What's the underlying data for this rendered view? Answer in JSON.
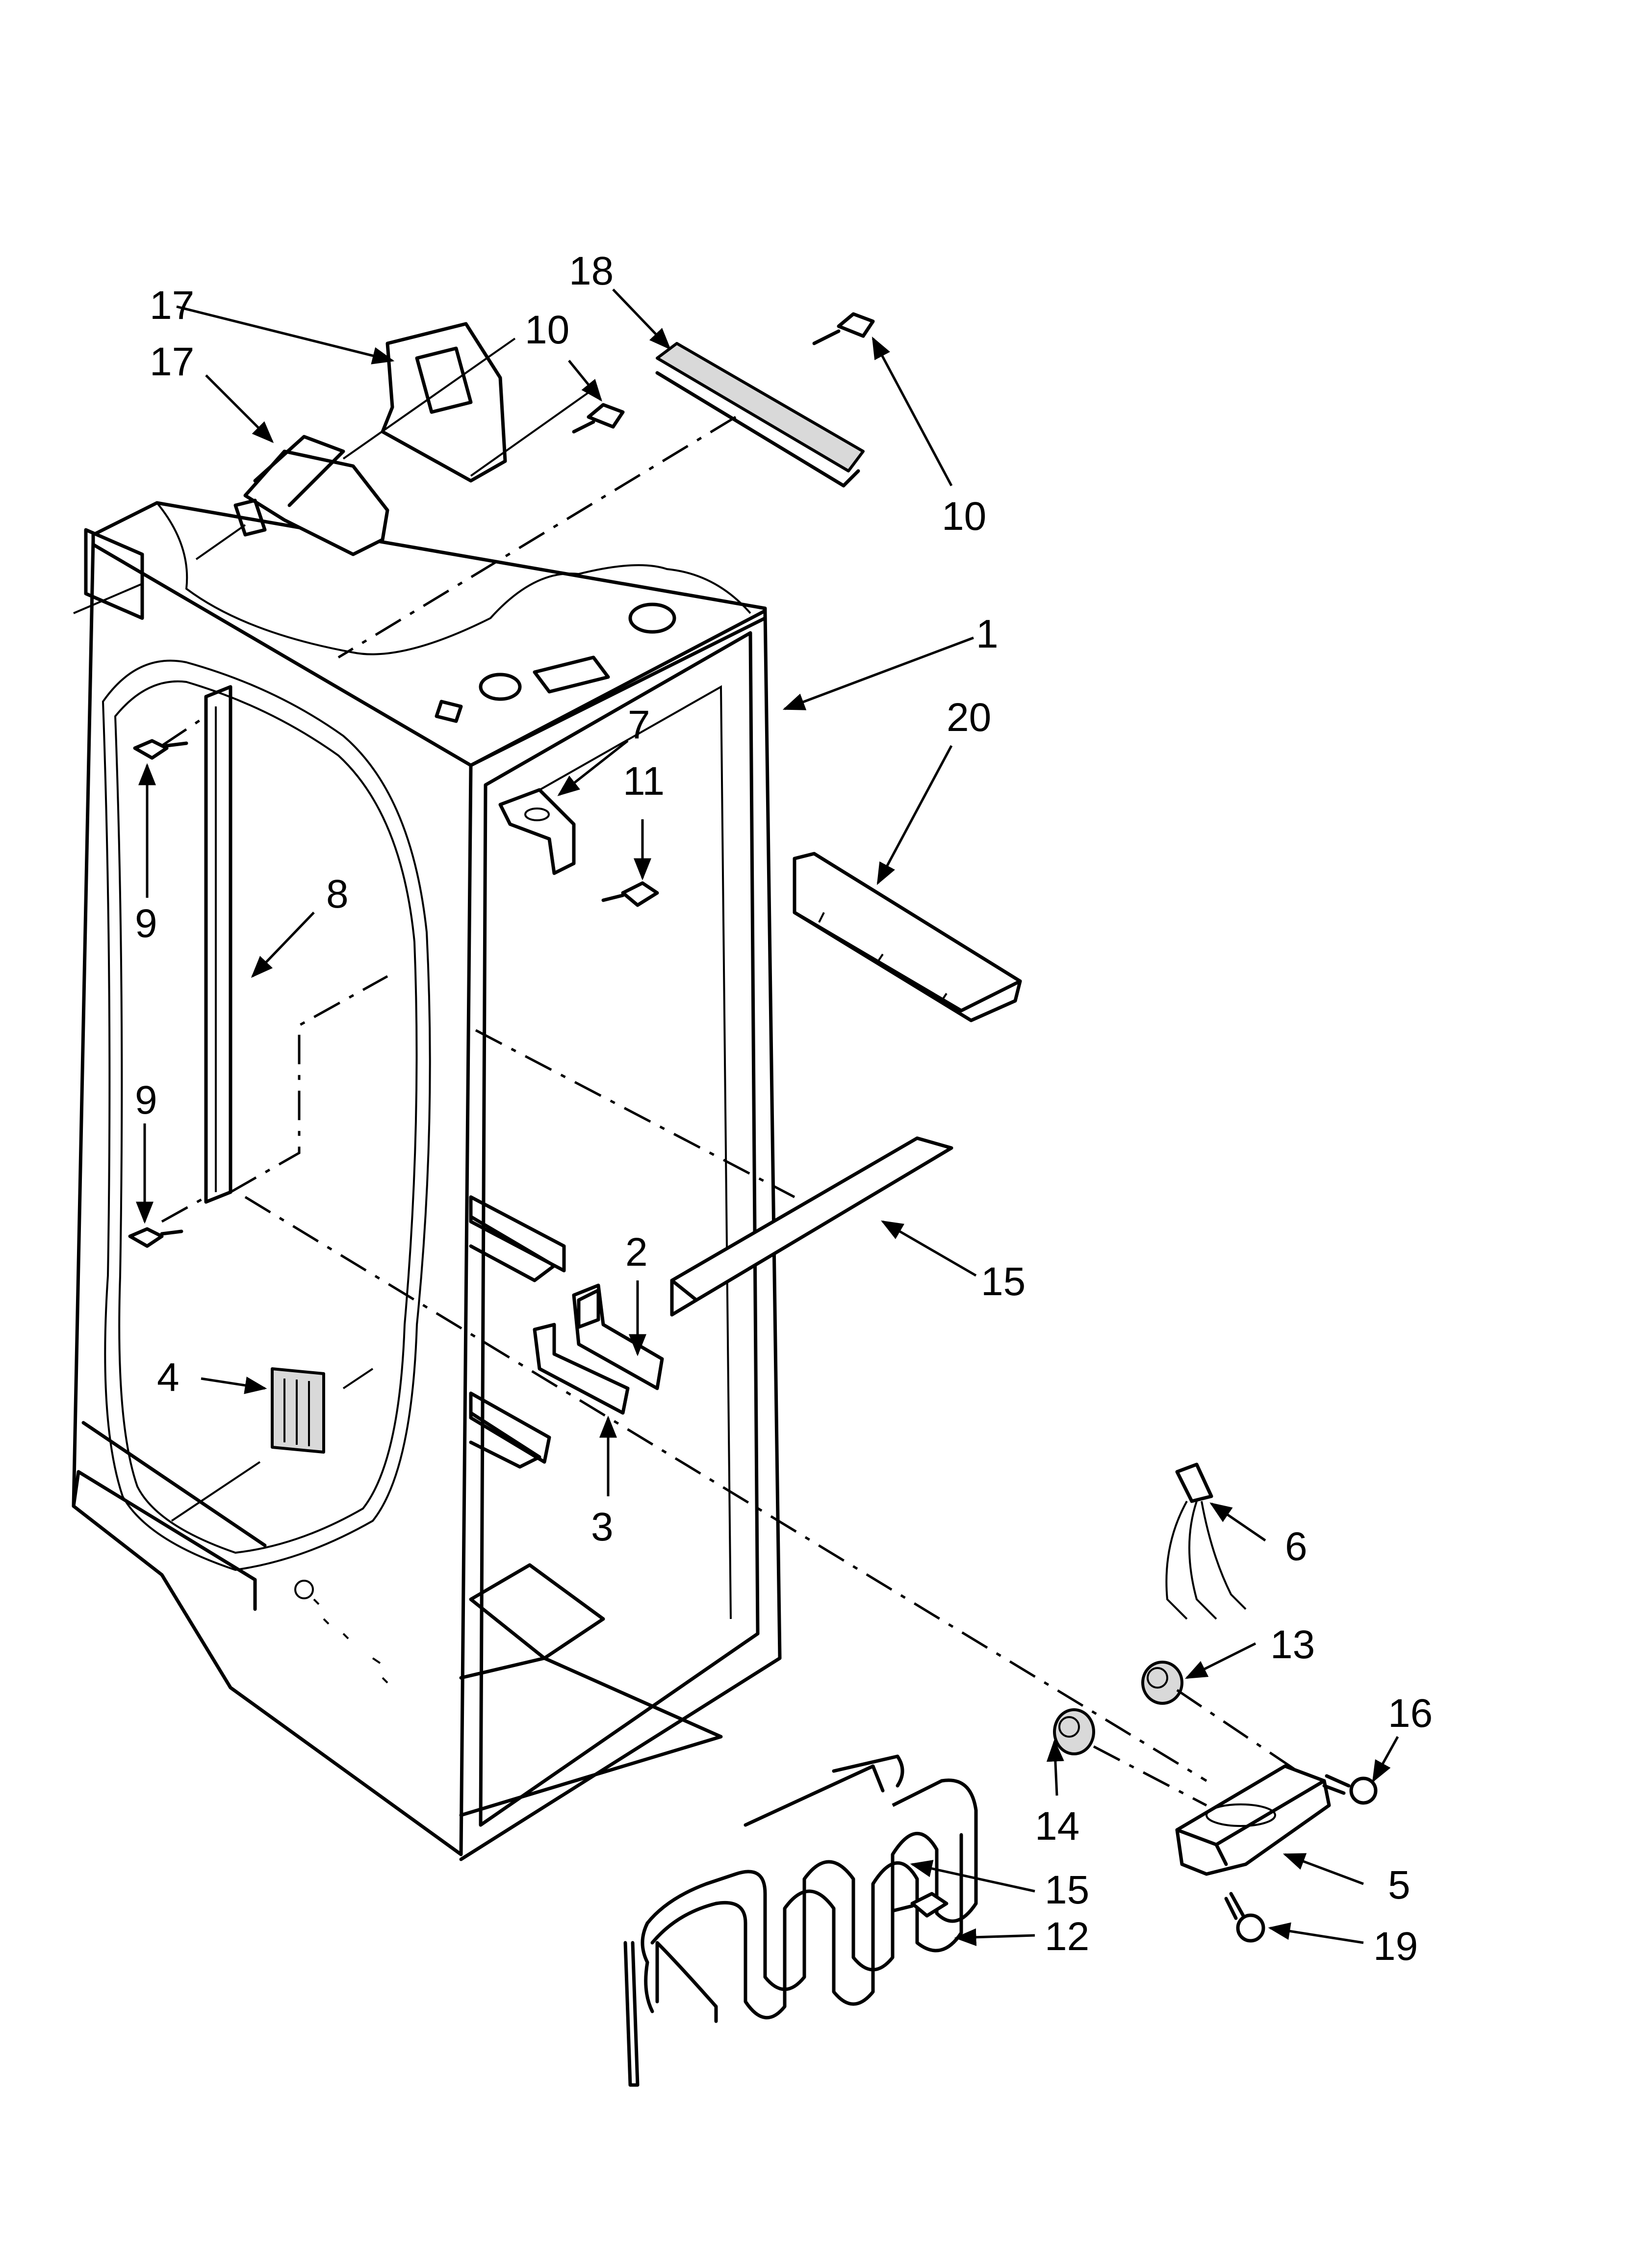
{
  "callouts": [
    {
      "id": "c1",
      "text": "1"
    },
    {
      "id": "c2",
      "text": "2"
    },
    {
      "id": "c3",
      "text": "3"
    },
    {
      "id": "c4",
      "text": "4"
    },
    {
      "id": "c5",
      "text": "5"
    },
    {
      "id": "c6",
      "text": "6"
    },
    {
      "id": "c7",
      "text": "7"
    },
    {
      "id": "c8",
      "text": "8"
    },
    {
      "id": "c9a",
      "text": "9"
    },
    {
      "id": "c9b",
      "text": "9"
    },
    {
      "id": "c10a",
      "text": "10"
    },
    {
      "id": "c10b",
      "text": "10"
    },
    {
      "id": "c11",
      "text": "11"
    },
    {
      "id": "c12",
      "text": "12"
    },
    {
      "id": "c13",
      "text": "13"
    },
    {
      "id": "c14",
      "text": "14"
    },
    {
      "id": "c15a",
      "text": "15"
    },
    {
      "id": "c15b",
      "text": "15"
    },
    {
      "id": "c16",
      "text": "16"
    },
    {
      "id": "c17a",
      "text": "17"
    },
    {
      "id": "c17b",
      "text": "17"
    },
    {
      "id": "c18",
      "text": "18"
    },
    {
      "id": "c19",
      "text": "19"
    },
    {
      "id": "c20",
      "text": "20"
    }
  ]
}
